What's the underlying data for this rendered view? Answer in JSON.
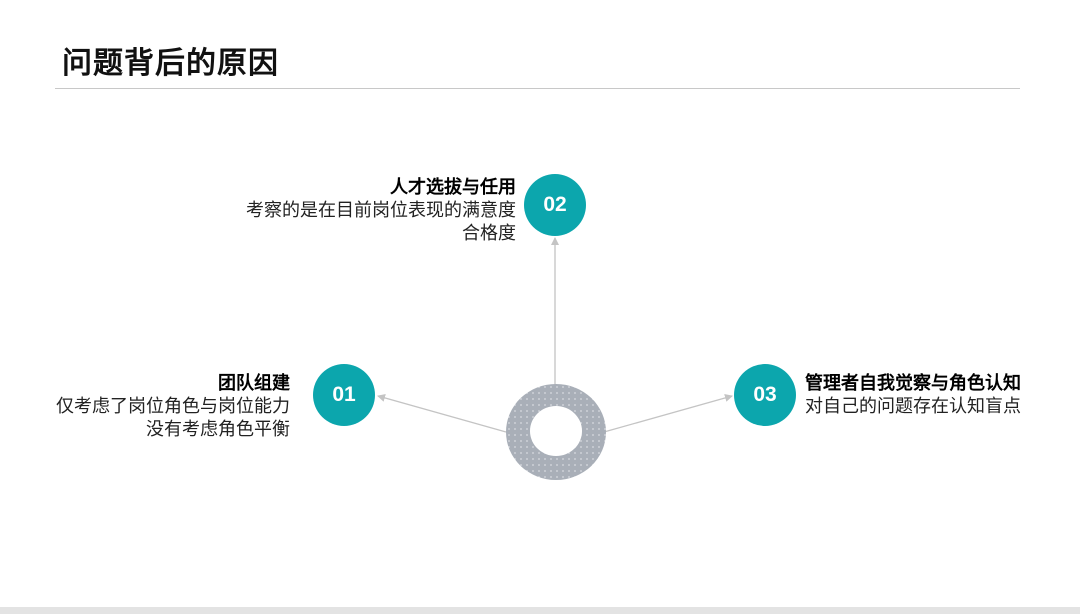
{
  "page": {
    "title": "问题背后的原因"
  },
  "items": [
    {
      "number": "01",
      "heading": "团队组建",
      "lines": [
        "仅考虑了岗位角色与岗位能力",
        "没有考虑角色平衡"
      ]
    },
    {
      "number": "02",
      "heading": "人才选拔与任用",
      "lines": [
        "考察的是在目前岗位表现的满意度",
        "合格度"
      ]
    },
    {
      "number": "03",
      "heading": "管理者自我觉察与角色认知",
      "lines": [
        "对自己的问题存在认知盲点"
      ]
    }
  ],
  "colors": {
    "accent": "#0ca6ad",
    "hub": "#a9afb8",
    "connector": "#c4c4c4"
  }
}
